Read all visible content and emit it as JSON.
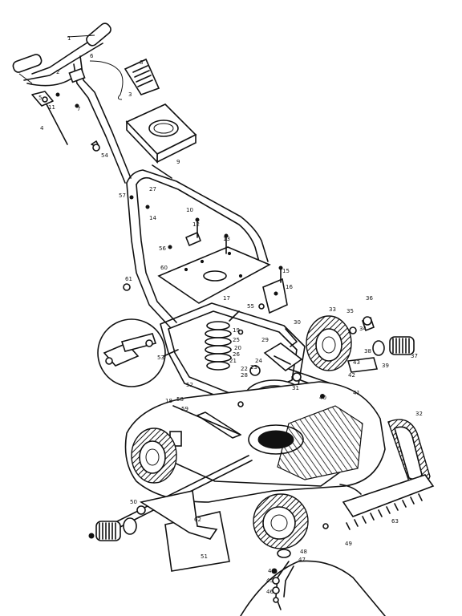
{
  "diagram": {
    "plate_text": "",
    "callouts": [
      {
        "id": "c1",
        "label": "1"
      },
      {
        "id": "c2",
        "label": "2"
      },
      {
        "id": "c3",
        "label": "3"
      },
      {
        "id": "c4",
        "label": "4"
      },
      {
        "id": "c5",
        "label": "5"
      },
      {
        "id": "c6",
        "label": "6"
      },
      {
        "id": "c7",
        "label": "7"
      },
      {
        "id": "c8",
        "label": "8"
      },
      {
        "id": "c9",
        "label": "9"
      },
      {
        "id": "c10",
        "label": "10"
      },
      {
        "id": "c11",
        "label": "11"
      },
      {
        "id": "c12",
        "label": "12"
      },
      {
        "id": "c13",
        "label": "13"
      },
      {
        "id": "c14",
        "label": "14"
      },
      {
        "id": "c15",
        "label": "15"
      },
      {
        "id": "c16",
        "label": "16"
      },
      {
        "id": "c17",
        "label": "17"
      },
      {
        "id": "c18",
        "label": "18"
      },
      {
        "id": "c19",
        "label": "19"
      },
      {
        "id": "c20",
        "label": "20"
      },
      {
        "id": "c21",
        "label": "21"
      },
      {
        "id": "c22",
        "label": "22"
      },
      {
        "id": "c23",
        "label": "23"
      },
      {
        "id": "c24",
        "label": "24"
      },
      {
        "id": "c25",
        "label": "25"
      },
      {
        "id": "c26",
        "label": "26"
      },
      {
        "id": "c27",
        "label": "27"
      },
      {
        "id": "c28",
        "label": "28"
      },
      {
        "id": "c29",
        "label": "29"
      },
      {
        "id": "c30",
        "label": "30"
      },
      {
        "id": "c31",
        "label": "31"
      },
      {
        "id": "c32",
        "label": "32"
      },
      {
        "id": "c33",
        "label": "33"
      },
      {
        "id": "c34",
        "label": "34"
      },
      {
        "id": "c35",
        "label": "35"
      },
      {
        "id": "c36",
        "label": "36"
      },
      {
        "id": "c37",
        "label": "37"
      },
      {
        "id": "c38",
        "label": "38"
      },
      {
        "id": "c39",
        "label": "39"
      },
      {
        "id": "c40",
        "label": "40"
      },
      {
        "id": "c41",
        "label": "41"
      },
      {
        "id": "c42",
        "label": "42"
      },
      {
        "id": "c43",
        "label": "43"
      },
      {
        "id": "c44",
        "label": "44"
      },
      {
        "id": "c45",
        "label": "45"
      },
      {
        "id": "c46",
        "label": "46"
      },
      {
        "id": "c47",
        "label": "47"
      },
      {
        "id": "c48",
        "label": "48"
      },
      {
        "id": "c49",
        "label": "49"
      },
      {
        "id": "c50",
        "label": "50"
      },
      {
        "id": "c51",
        "label": "51"
      },
      {
        "id": "c52",
        "label": "52"
      },
      {
        "id": "c53",
        "label": "53"
      },
      {
        "id": "c54",
        "label": "54"
      },
      {
        "id": "c55",
        "label": "55"
      },
      {
        "id": "c56",
        "label": "56"
      },
      {
        "id": "c57",
        "label": "57"
      },
      {
        "id": "c58",
        "label": "58"
      },
      {
        "id": "c59",
        "label": "59"
      },
      {
        "id": "c60",
        "label": "60"
      },
      {
        "id": "c61",
        "label": "61"
      },
      {
        "id": "c62",
        "label": "62"
      },
      {
        "id": "c63",
        "label": "63"
      }
    ]
  }
}
